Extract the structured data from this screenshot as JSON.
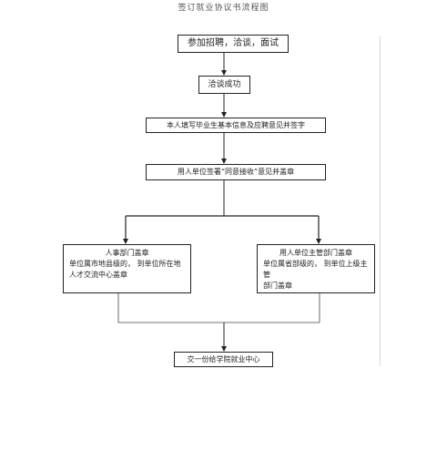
{
  "document": {
    "title": "签订就业协议书流程图"
  },
  "flow": {
    "step1": "参加招聘，洽谈，面试",
    "step2": "洽谈成功",
    "step3": "本人填写毕业生基本信息及应聘意见并签字",
    "step4": "用人单位签署“同意接收”意见并盖章",
    "left_branch": {
      "title": "人事部门盖章",
      "line1": "单位属市地县级的，    到单位所在地",
      "line2": "人才交流中心盖章"
    },
    "right_branch": {
      "title": "用人单位主管部门盖章",
      "line1": "单位属省部级的，    到单位上级主管",
      "line2": "部门盖章"
    },
    "final": "交一份给学院就业中心"
  }
}
